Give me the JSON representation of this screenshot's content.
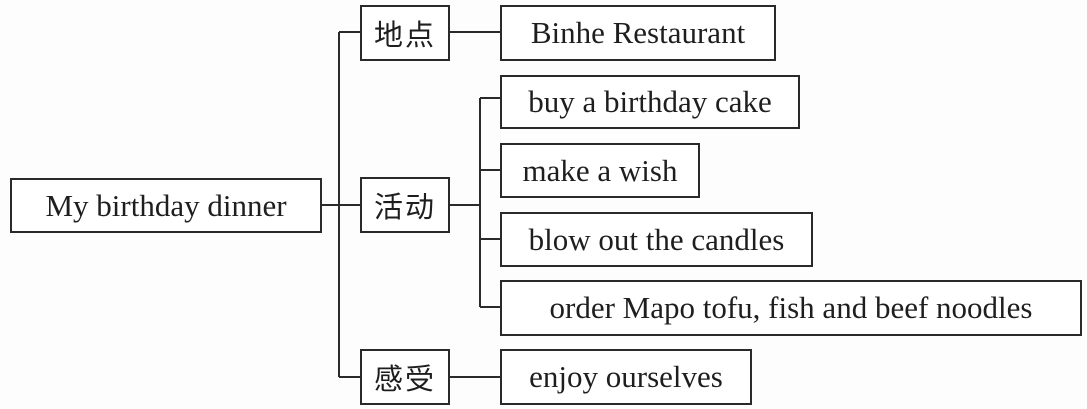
{
  "root": "My birthday dinner",
  "branches": {
    "place": {
      "label": "地点",
      "items": [
        "Binhe Restaurant"
      ]
    },
    "activities": {
      "label": "活动",
      "items": [
        "buy a birthday cake",
        "make a wish",
        "blow out the candles",
        "order Mapo tofu, fish and beef noodles"
      ]
    },
    "feelings": {
      "label": "感受",
      "items": [
        "enjoy ourselves"
      ]
    }
  }
}
